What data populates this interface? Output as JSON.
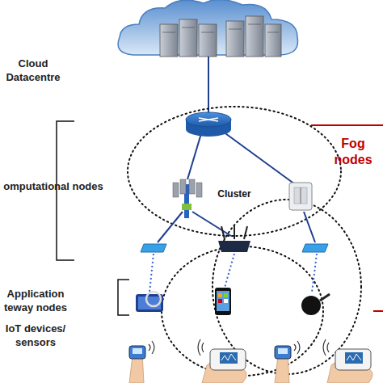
{
  "diagram": {
    "labels": [
      "Cloud Datacentre",
      "omputational nodes",
      "Fog nodes",
      "Cluster",
      "Application teway nodes",
      "IoT devices/ sensors"
    ]
  }
}
